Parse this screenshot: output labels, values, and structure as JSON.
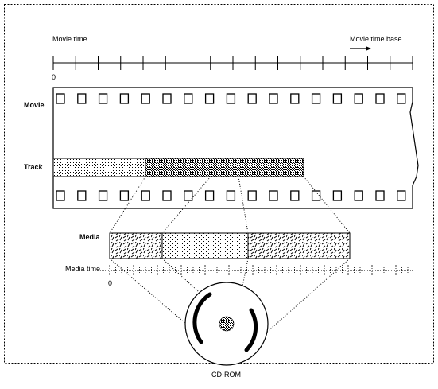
{
  "diagram": {
    "movie_time_label": "Movie time",
    "movie_time_base_label": "Movie time base",
    "movie_time_zero": "0",
    "movie_label": "Movie",
    "track_label": "Track",
    "media_label": "Media",
    "media_time_label": "Media time",
    "media_time_zero": "0",
    "cdrom_label": "CD-ROM"
  },
  "colors": {
    "stroke": "#000000",
    "background": "#ffffff"
  }
}
